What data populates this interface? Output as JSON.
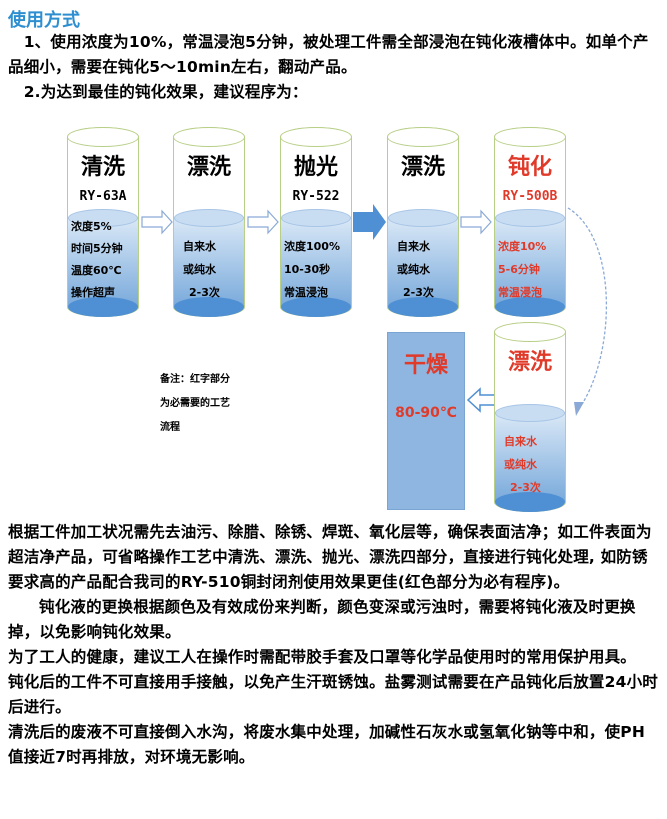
{
  "heading": "使用方式",
  "intro": [
    "　1、使用浓度为10%，常温浸泡5分钟，被处理工件需全部浸泡在钝化液槽体中。如单个产品细小，需要在钝化5～10min左右，翻动产品。",
    "　2.为达到最佳的钝化效果，建议程序为："
  ],
  "steps": [
    {
      "title": "清洗",
      "code": "RY-63A",
      "lines": [
        "浓度5%",
        "时间5分钟",
        "温度60℃",
        "操作超声"
      ]
    },
    {
      "title": "漂洗",
      "code": "",
      "lines": [
        "自来水",
        "或纯水",
        "2-3次"
      ]
    },
    {
      "title": "抛光",
      "code": "RY-522",
      "lines": [
        "浓度100%",
        "10-30秒",
        "常温浸泡"
      ]
    },
    {
      "title": "漂洗",
      "code": "",
      "lines": [
        "自来水",
        "或纯水",
        "2-3次"
      ]
    },
    {
      "title": "钝化",
      "code": "RY-500B",
      "lines": [
        "浓度10%",
        "5-6分钟",
        "常温浸泡"
      ]
    },
    {
      "title": "漂洗",
      "code": "",
      "lines": [
        "自来水",
        "或纯水",
        "2-3次"
      ]
    }
  ],
  "dry": {
    "title": "干燥",
    "temp": "80-90℃"
  },
  "note": [
    "备注：红字部分",
    "为必需要的工艺",
    "流程"
  ],
  "body": [
    "根据工件加工状况需先去油污、除腊、除锈、焊斑、氧化层等，确保表面洁净；如工件表面为超洁净产品，可省略操作工艺中清洗、漂洗、抛光、漂洗四部分，直接进行钝化处理, 如防锈要求高的产品配合我司的RY-510铜封闭剂使用效果更佳(红色部分为必有程序)。",
    "钝化液的更换根据颜色及有效成份来判断，颜色变深或污浊时，需要将钝化液及时更换掉，以免影响钝化效果。",
    "为了工人的健康，建议工人在操作时需配带胶手套及口罩等化学品使用时的常用保护用具。",
    "钝化后的工件不可直接用手接触，以免产生汗斑锈蚀。盐雾测试需要在产品钝化后放置24小时后进行。",
    "清洗后的废液不可直接倒入水沟，将废水集中处理，加碱性石灰水或氢氧化钠等中和，使PH值接近7时再排放，对环境无影响。"
  ],
  "colors": {
    "heading": "#2e8fd0",
    "required": "#e03a2a",
    "liquid": "#6fa3d8",
    "arrow": "#4f8fd3"
  }
}
